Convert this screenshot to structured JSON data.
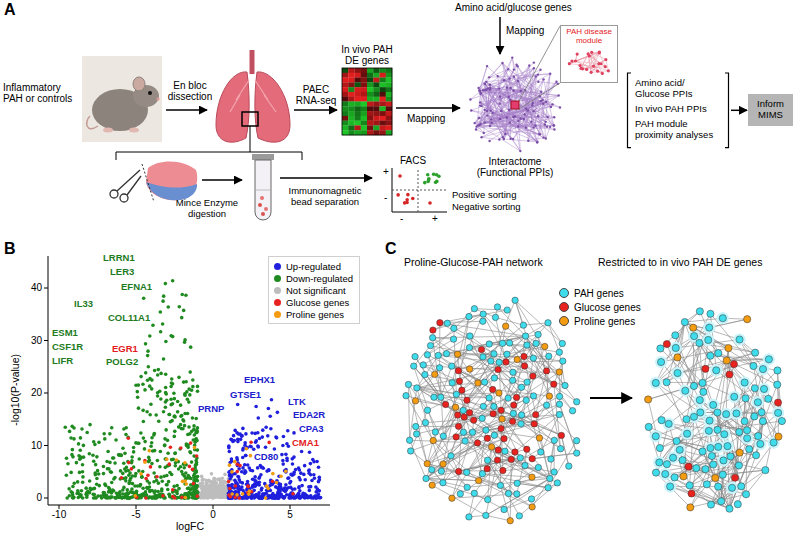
{
  "diagram": {
    "nodes": [
      {
        "text": [
          "PAH disease module"
        ]
      },
      {
        "text": [
          "Amino acid/ Glucose PPIs",
          "In vivo PAH PPIs",
          "PAH module proximity analyses"
        ]
      },
      {
        "text": [
          "Inform MIMS"
        ]
      }
    ],
    "edges": [
      {
        "from": 1,
        "to": 2,
        "arrow": "to"
      }
    ],
    "labels": [
      "A",
      "Inflammatory PAH or controls",
      "En bloc dissection",
      "PAEC RNA-seq",
      "In vivo PAH DE genes",
      "Amino acid/glucose genes",
      "Mapping",
      "Mapping",
      "Interactome (Functional PPIs)",
      "Mince Enzyme digestion",
      "Immunomagnetic bead separation",
      "FACS",
      "+",
      "-",
      "-",
      "+",
      "Positive sorting",
      "Negative sorting",
      "B",
      "-log10(P-value)",
      "logFC",
      "0",
      "10",
      "20",
      "30",
      "40",
      "-10",
      "-5",
      "0",
      "5",
      "LRRN1",
      "LER3",
      "EFNA1",
      "IL33",
      "COL11A1",
      "ESM1",
      "CSF1R",
      "EGR1",
      "LIFR",
      "POLG2",
      "EPHX1",
      "GTSE1",
      "PRNP",
      "LTK",
      "EDA2R",
      "CPA3",
      "CMA1",
      "CD80",
      "C",
      "Proline-Glucose-PAH network",
      "Restricted to in vivo PAH DE genes"
    ],
    "legend": [
      {
        "text": "Up-regulated",
        "color": "#1f1fdd"
      },
      {
        "text": "Down-regulated",
        "color": "#1f8a1f"
      },
      {
        "text": "Not significant",
        "color": "#bdbdbd"
      },
      {
        "text": "Glucose genes",
        "color": "#e8231f"
      },
      {
        "text": "Proline genes",
        "color": "#f39c12"
      },
      {
        "text": "PAH genes",
        "color": "#3fdcec"
      },
      {
        "text": "Glucose genes",
        "color": "#e8231f"
      },
      {
        "text": "Proline genes",
        "color": "#f39c12"
      }
    ]
  }
}
